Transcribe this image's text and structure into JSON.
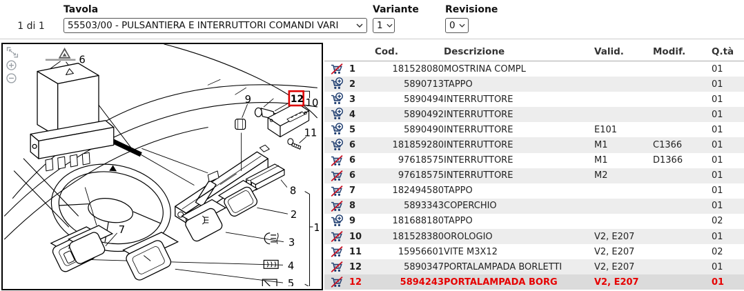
{
  "toolbar": {
    "page_indicator": "1 di 1",
    "tavola": {
      "label": "Tavola",
      "value": "55503/00 - PULSANTIERA E INTERRUTTORI COMANDI VARI"
    },
    "variante": {
      "label": "Variante",
      "value": "1"
    },
    "revisione": {
      "label": "Revisione",
      "value": "0"
    }
  },
  "diagram": {
    "tools": [
      "expand-icon",
      "zoom-in-icon",
      "zoom-out-icon"
    ],
    "callouts": [
      "1",
      "2",
      "3",
      "4",
      "5",
      "6",
      "7",
      "8",
      "9",
      "10",
      "11",
      "12"
    ],
    "highlighted_callout": "12",
    "highlight_color": "#dd0000"
  },
  "table": {
    "headers": {
      "cod": "Cod.",
      "descrizione": "Descrizione",
      "valid": "Valid.",
      "modif": "Modif.",
      "qta": "Q.tà"
    },
    "rows": [
      {
        "cart": "unavailable",
        "ref": "1",
        "cod": "181528080",
        "descr": "MOSTRINA COMPL",
        "valid": "",
        "modif": "",
        "qta": "01",
        "highlight": false
      },
      {
        "cart": "add",
        "ref": "2",
        "cod": "5890713",
        "descr": "TAPPO",
        "valid": "",
        "modif": "",
        "qta": "01",
        "highlight": false
      },
      {
        "cart": "add",
        "ref": "3",
        "cod": "5890494",
        "descr": "INTERRUTTORE",
        "valid": "",
        "modif": "",
        "qta": "01",
        "highlight": false
      },
      {
        "cart": "add",
        "ref": "4",
        "cod": "5890492",
        "descr": "INTERRUTTORE",
        "valid": "",
        "modif": "",
        "qta": "01",
        "highlight": false
      },
      {
        "cart": "add",
        "ref": "5",
        "cod": "5890490",
        "descr": "INTERRUTTORE",
        "valid": "E101",
        "modif": "",
        "qta": "01",
        "highlight": false
      },
      {
        "cart": "add",
        "ref": "6",
        "cod": "181859280",
        "descr": "INTERRUTTORE",
        "valid": "M1",
        "modif": "C1366",
        "qta": "01",
        "highlight": false
      },
      {
        "cart": "unavailable",
        "ref": "6",
        "cod": "97618575",
        "descr": "INTERRUTTORE",
        "valid": "M1",
        "modif": "D1366",
        "qta": "01",
        "highlight": false
      },
      {
        "cart": "unavailable",
        "ref": "6",
        "cod": "97618575",
        "descr": "INTERRUTTORE",
        "valid": "M2",
        "modif": "",
        "qta": "01",
        "highlight": false
      },
      {
        "cart": "unavailable",
        "ref": "7",
        "cod": "182494580",
        "descr": "TAPPO",
        "valid": "",
        "modif": "",
        "qta": "01",
        "highlight": false
      },
      {
        "cart": "unavailable",
        "ref": "8",
        "cod": "5893343",
        "descr": "COPERCHIO",
        "valid": "",
        "modif": "",
        "qta": "01",
        "highlight": false
      },
      {
        "cart": "add",
        "ref": "9",
        "cod": "181688180",
        "descr": "TAPPO",
        "valid": "",
        "modif": "",
        "qta": "02",
        "highlight": false
      },
      {
        "cart": "unavailable",
        "ref": "10",
        "cod": "181528380",
        "descr": "OROLOGIO",
        "valid": "V2, E207",
        "modif": "",
        "qta": "01",
        "highlight": false
      },
      {
        "cart": "unavailable",
        "ref": "11",
        "cod": "15956601",
        "descr": "VITE M3X12",
        "valid": "V2, E207",
        "modif": "",
        "qta": "02",
        "highlight": false
      },
      {
        "cart": "unavailable",
        "ref": "12",
        "cod": "5890347",
        "descr": "PORTALAMPADA BORLETTI",
        "valid": "V2, E207",
        "modif": "",
        "qta": "01",
        "highlight": false
      },
      {
        "cart": "unavailable",
        "ref": "12",
        "cod": "5894243",
        "descr": "PORTALAMPADA BORG",
        "valid": "V2, E207",
        "modif": "",
        "qta": "01",
        "highlight": true
      }
    ]
  },
  "colors": {
    "accent_red": "#dd0000",
    "cart_navy": "#1c3b6e",
    "row_alt": "#ededed",
    "highlight_row_bg": "#dbdbdb"
  }
}
